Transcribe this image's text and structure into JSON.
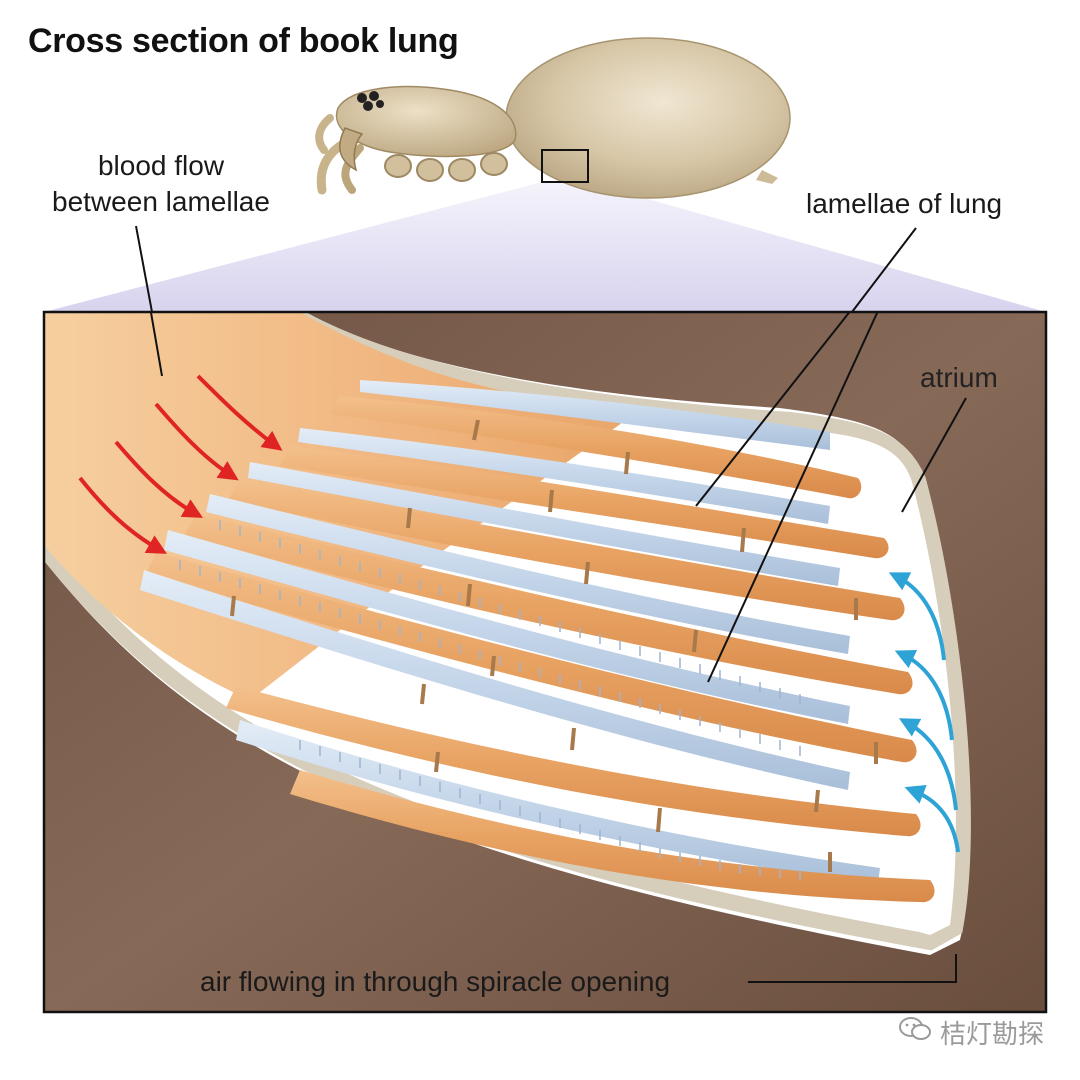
{
  "title": "Cross section of book lung",
  "labels": {
    "blood_flow_line1": "blood flow",
    "blood_flow_line2": "between lamellae",
    "lamellae": "lamellae of lung",
    "atrium": "atrium",
    "air_flow": "air flowing in through spiracle opening"
  },
  "watermark": "桔灯勘探",
  "colors": {
    "brown_tissue": "#7a5c48",
    "blood_orange": "#e9a86a",
    "lamella_blue": "#c9d9ea",
    "arrow_red": "#e02424",
    "arrow_blue": "#2ea3d6",
    "wall_beige": "#d9d2c0",
    "zoom_lavender": "#d9d6ee"
  },
  "icons": [
    "spider-illustration",
    "red-flow-arrow",
    "blue-air-arrow",
    "wechat-icon"
  ]
}
